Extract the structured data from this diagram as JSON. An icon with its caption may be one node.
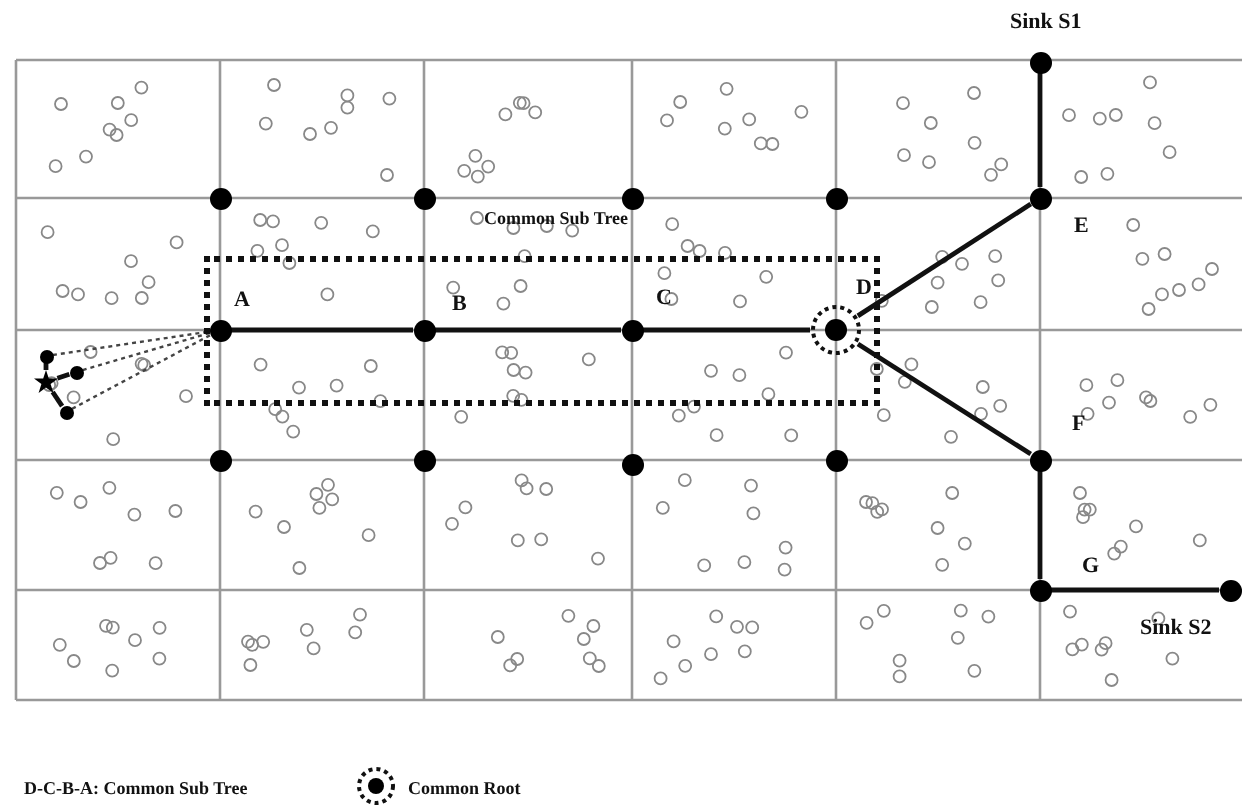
{
  "diagram": {
    "nodes": [
      {
        "text": [],
        "shape": "circle",
        "beside": [
          "Sink S1"
        ]
      },
      {
        "text": [],
        "shape": "circle"
      },
      {
        "text": [],
        "shape": "circle"
      },
      {
        "text": [],
        "shape": "circle"
      },
      {
        "text": [],
        "shape": "circle"
      },
      {
        "text": [],
        "shape": "circle",
        "beside": [
          "E"
        ]
      },
      {
        "text": [
          "Common Sub Tree"
        ]
      },
      {
        "text": [],
        "shape": "circle",
        "in": 6,
        "beside": [
          "A"
        ]
      },
      {
        "text": [],
        "shape": "circle",
        "in": 6,
        "beside": [
          "B"
        ]
      },
      {
        "text": [],
        "shape": "circle",
        "in": 6,
        "beside": [
          "C"
        ]
      },
      {
        "text": [],
        "shape": "circle",
        "in": 6,
        "beside": [
          "D"
        ]
      },
      {
        "text": [],
        "shape": "star"
      },
      {
        "text": [],
        "shape": "circle"
      },
      {
        "text": [],
        "shape": "circle"
      },
      {
        "text": [],
        "shape": "circle"
      },
      {
        "text": [],
        "shape": "circle"
      },
      {
        "text": [],
        "shape": "circle"
      },
      {
        "text": [],
        "shape": "circle"
      },
      {
        "text": [],
        "shape": "circle"
      },
      {
        "text": [],
        "shape": "circle",
        "beside": [
          "F"
        ]
      },
      {
        "text": [],
        "shape": "circle",
        "beside": [
          "G"
        ]
      },
      {
        "text": [],
        "shape": "circle",
        "beside": [
          "Sink S2"
        ]
      }
    ],
    "edges": [
      {
        "from": 7,
        "to": 8,
        "arrow": "none"
      },
      {
        "from": 8,
        "to": 9,
        "arrow": "none"
      },
      {
        "from": 9,
        "to": 10,
        "arrow": "none"
      },
      {
        "from": 10,
        "to": 5,
        "arrow": "none"
      },
      {
        "from": 5,
        "to": 0,
        "arrow": "none"
      },
      {
        "from": 10,
        "to": 19,
        "arrow": "none"
      },
      {
        "from": 19,
        "to": 20,
        "arrow": "none"
      },
      {
        "from": 20,
        "to": 21,
        "arrow": "none"
      },
      {
        "from": 12,
        "to": 7,
        "arrow": "none",
        "style": "dashed"
      },
      {
        "from": 13,
        "to": 7,
        "arrow": "none",
        "style": "dashed"
      },
      {
        "from": 14,
        "to": 7,
        "arrow": "none",
        "style": "dashed"
      },
      {
        "from": 11,
        "to": 12,
        "arrow": "none"
      },
      {
        "from": 11,
        "to": 13,
        "arrow": "none"
      },
      {
        "from": 11,
        "to": 14,
        "arrow": "none"
      }
    ],
    "labels": [
      "D-C-B-A: Common Sub Tree"
    ],
    "legend": [
      {
        "text": "Common Root"
      }
    ]
  }
}
